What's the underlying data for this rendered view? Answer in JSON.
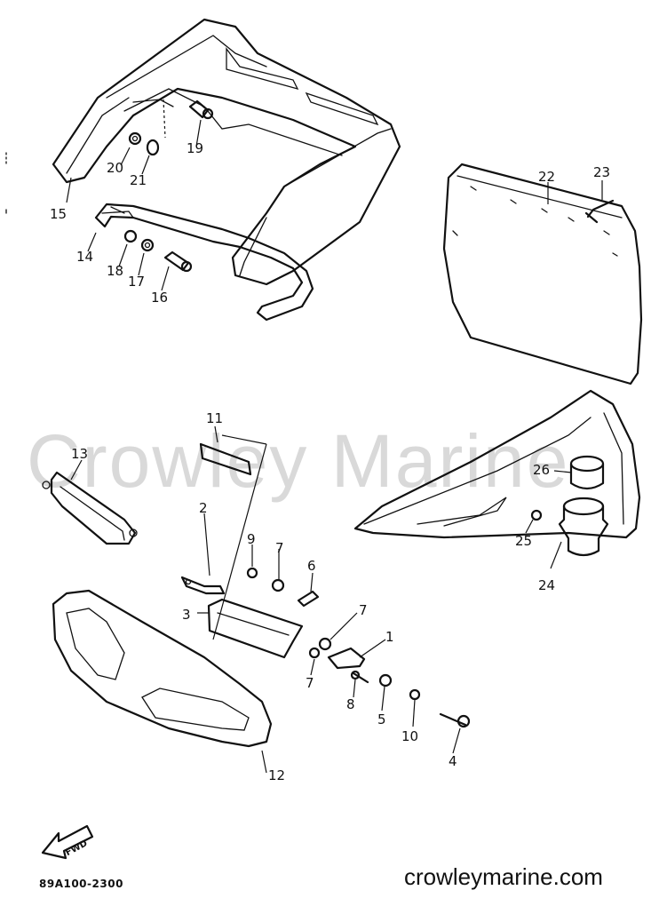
{
  "watermark": "Crowley Marine",
  "diagram_code": "89A100-2300",
  "site": "crowleymarine.com",
  "fwd_label": "FWD",
  "callouts": {
    "c1": "1",
    "c2": "2",
    "c3": "3",
    "c4": "4",
    "c5": "5",
    "c6": "6",
    "c7a": "7",
    "c7b": "7",
    "c7c": "7",
    "c8": "8",
    "c9": "9",
    "c10": "10",
    "c11": "11",
    "c12": "12",
    "c13": "13",
    "c14": "14",
    "c15": "15",
    "c16": "16",
    "c17": "17",
    "c18": "18",
    "c19": "19",
    "c20": "20",
    "c21": "21",
    "c22": "22",
    "c23": "23",
    "c24": "24",
    "c25": "25",
    "c26": "26"
  }
}
